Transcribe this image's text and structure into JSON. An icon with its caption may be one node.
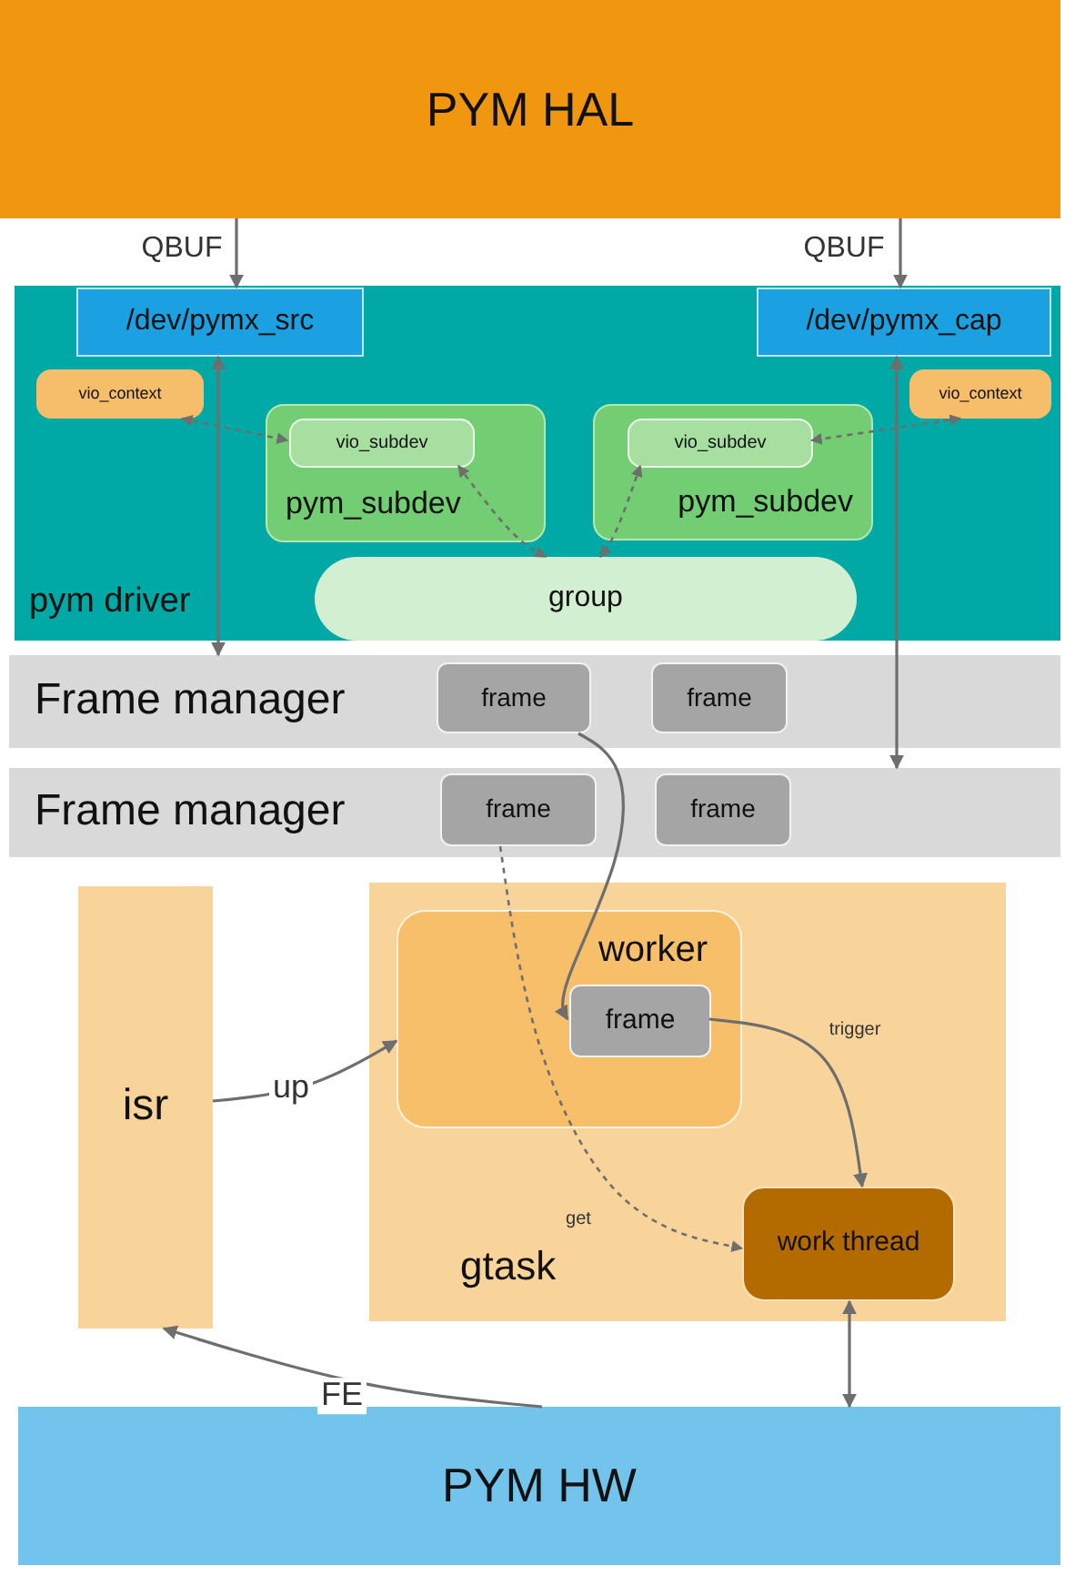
{
  "diagram": {
    "nodes": [
      {
        "text": [
          "PYM HAL"
        ]
      },
      {
        "text": [
          "pym driver"
        ]
      },
      {
        "text": [
          "/dev/pymx_src"
        ],
        "in": 1
      },
      {
        "text": [
          "/dev/pymx_cap"
        ],
        "in": 1
      },
      {
        "text": [
          "vio_context"
        ],
        "in": 1
      },
      {
        "text": [
          "pym_subdev"
        ],
        "in": 1
      },
      {
        "text": [
          "vio_subdev"
        ],
        "in": 5
      },
      {
        "text": [
          "pym_subdev"
        ],
        "in": 1
      },
      {
        "text": [
          "vio_subdev"
        ],
        "in": 7
      },
      {
        "text": [
          "vio_context"
        ],
        "in": 1
      },
      {
        "text": [
          "group"
        ],
        "in": 1
      },
      {
        "text": [
          "Frame manager"
        ]
      },
      {
        "text": [
          "frame"
        ],
        "in": 11
      },
      {
        "text": [
          "frame"
        ],
        "in": 11
      },
      {
        "text": [
          "Frame manager"
        ]
      },
      {
        "text": [
          "frame"
        ],
        "in": 14
      },
      {
        "text": [
          "frame"
        ],
        "in": 14
      },
      {
        "text": [
          "isr"
        ]
      },
      {
        "text": [
          "gtask"
        ]
      },
      {
        "text": [
          "worker"
        ],
        "in": 18
      },
      {
        "text": [
          "frame"
        ],
        "in": 19
      },
      {
        "text": [
          "work thread"
        ],
        "in": 18
      },
      {
        "text": [
          "PYM HW"
        ]
      }
    ],
    "edges": [
      {
        "from": 0,
        "to": 2,
        "arrow": "to",
        "label": "QBUF"
      },
      {
        "from": 0,
        "to": 3,
        "arrow": "to",
        "label": "QBUF"
      },
      {
        "from": 2,
        "to": 11,
        "arrow": "both"
      },
      {
        "from": 3,
        "to": 14,
        "arrow": "both"
      },
      {
        "from": 4,
        "to": 6,
        "arrow": "both",
        "style": "dashed"
      },
      {
        "from": 9,
        "to": 8,
        "arrow": "both",
        "style": "dashed"
      },
      {
        "from": 6,
        "to": 10,
        "arrow": "both",
        "style": "dashed"
      },
      {
        "from": 8,
        "to": 10,
        "arrow": "both",
        "style": "dashed"
      },
      {
        "from": 12,
        "to": 20,
        "arrow": "to"
      },
      {
        "from": 15,
        "to": 21,
        "arrow": "to",
        "label": "get",
        "style": "dashed"
      },
      {
        "from": 20,
        "to": 21,
        "arrow": "to",
        "label": "trigger"
      },
      {
        "from": 17,
        "to": 19,
        "arrow": "to",
        "label": "up"
      },
      {
        "from": 22,
        "to": 17,
        "arrow": "to",
        "label": "FE"
      },
      {
        "from": 21,
        "to": 22,
        "arrow": "both"
      }
    ]
  }
}
